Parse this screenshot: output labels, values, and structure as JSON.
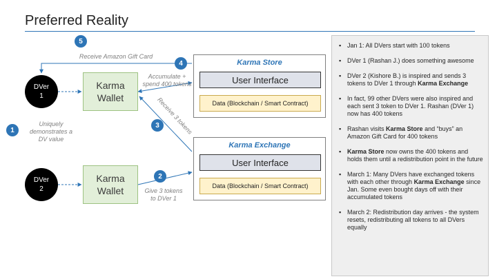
{
  "page": {
    "title": "Preferred Reality"
  },
  "dvers": [
    {
      "line1": "DVer",
      "line2": "1"
    },
    {
      "line1": "DVer",
      "line2": "2"
    }
  ],
  "wallets": [
    {
      "line1": "Karma",
      "line2": "Wallet"
    },
    {
      "line1": "Karma",
      "line2": "Wallet"
    }
  ],
  "karma_store": {
    "title": "Karma Store",
    "ui_label": "User Interface",
    "data_label": "Data (Blockchain / Smart Contract)"
  },
  "karma_exchange": {
    "title": "Karma Exchange",
    "ui_label": "User Interface",
    "data_label": "Data (Blockchain / Smart Contract)"
  },
  "steps": [
    {
      "number": "1",
      "note_lines": [
        "Uniquely",
        "demonstrates a",
        "DV value"
      ]
    },
    {
      "number": "2",
      "note_lines": [
        "Give 3 tokens",
        "to DVer 1"
      ]
    },
    {
      "number": "3",
      "note_lines": [
        "Receive 3 tokens"
      ]
    },
    {
      "number": "4",
      "note_lines": [
        "Accumulate +",
        "spend 400 tokens"
      ]
    },
    {
      "number": "5",
      "note_lines": [
        "Receive Amazon Gift Card"
      ]
    }
  ],
  "colors": {
    "accent_blue": "#2e75b6",
    "wallet_fill": "#e2efd9",
    "ui_fill": "#dfe2ea",
    "data_fill": "#fff2cc",
    "timeline_fill": "#efefef"
  },
  "timeline": [
    {
      "parts": [
        {
          "text": "Jan 1: All DVers start with 100 tokens"
        }
      ]
    },
    {
      "parts": [
        {
          "text": "DVer 1 (Rashan J.) does something awesome"
        }
      ]
    },
    {
      "parts": [
        {
          "text": "DVer 2 (Kishore B.) is inspired and sends 3 tokens to DVer 1 through "
        },
        {
          "text": "Karma Exchange",
          "bold": true
        }
      ]
    },
    {
      "parts": [
        {
          "text": "In fact, 99 other DVers were also inspired and each sent 3 token to DVer 1. Rashan (DVer 1) now has 400 tokens"
        }
      ]
    },
    {
      "parts": [
        {
          "text": "Rashan visits "
        },
        {
          "text": "Karma Store",
          "bold": true
        },
        {
          "text": " and “buys” an Amazon Gift Card for 400 tokens"
        }
      ]
    },
    {
      "parts": [
        {
          "text": "Karma Store",
          "bold": true
        },
        {
          "text": " now owns the 400 tokens and holds them until a redistribution point in the future"
        }
      ]
    },
    {
      "parts": [
        {
          "text": "March 1: Many DVers have exchanged tokens with each other through "
        },
        {
          "text": "Karma Exchange",
          "bold": true
        },
        {
          "text": " since Jan. Some even bought days off with their accumulated tokens"
        }
      ]
    },
    {
      "parts": [
        {
          "text": "March 2: Redistribution day arrives - the system resets, redistributing all tokens to all DVers equally"
        }
      ]
    }
  ]
}
